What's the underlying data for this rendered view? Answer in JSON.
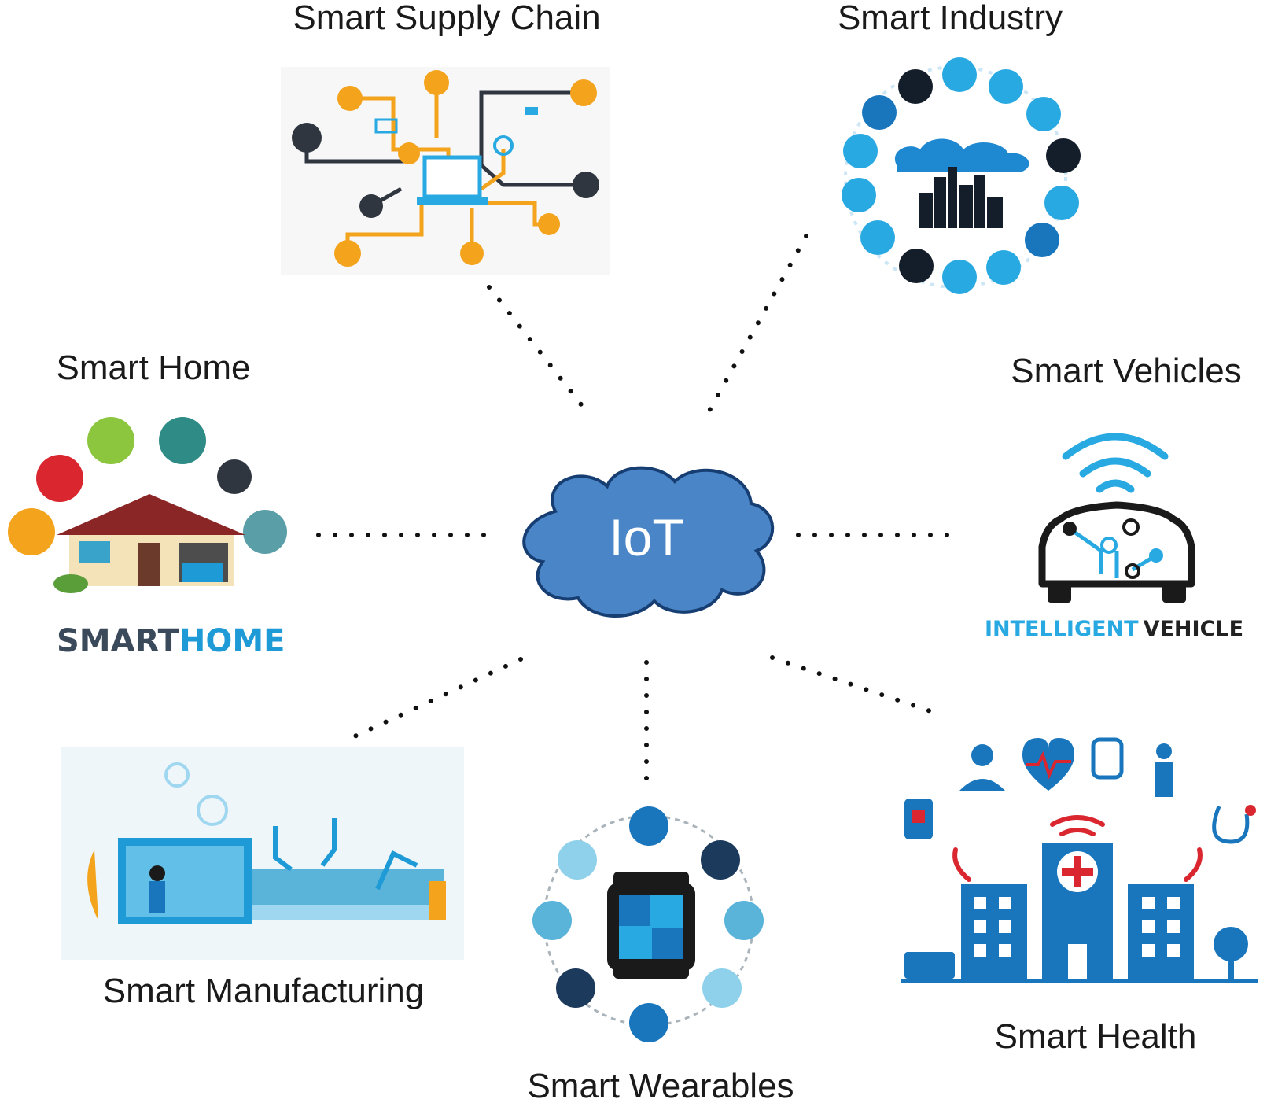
{
  "hub": {
    "label": "IoT",
    "color": "#4a86c7"
  },
  "nodes": {
    "supply_chain": {
      "label": "Smart Supply Chain"
    },
    "industry": {
      "label": "Smart Industry"
    },
    "home": {
      "label": "Smart Home",
      "logo_dark": "SMART",
      "logo_light": "HOME"
    },
    "vehicles": {
      "label": "Smart Vehicles",
      "logo_light": "INTELLIGENT",
      "logo_dark": "VEHICLE"
    },
    "manufacturing": {
      "label": "Smart Manufacturing"
    },
    "wearables": {
      "label": "Smart Wearables"
    },
    "health": {
      "label": "Smart Health"
    }
  },
  "colors": {
    "orange": "#f3a31c",
    "dark": "#2f3640",
    "blue": "#1976bd",
    "light_blue": "#29a9e1",
    "red": "#d9262f"
  }
}
